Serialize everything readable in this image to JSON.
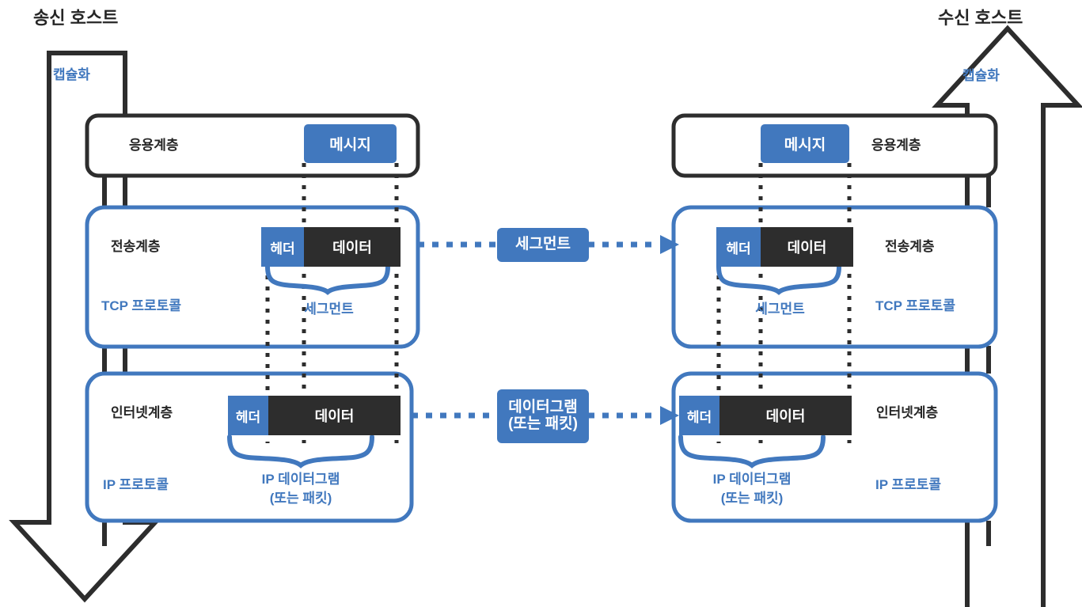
{
  "diagram": {
    "title_left": "송신 호스트",
    "title_right": "수신 호스트",
    "encapsulation_left": "캡슐화",
    "encapsulation_right": "캡슐화",
    "colors": {
      "blue": "#4178be",
      "dark": "#2d2d2d",
      "white": "#ffffff"
    }
  },
  "left_host": {
    "application": {
      "layer_label": "응용계층",
      "pdu_label": "메시지"
    },
    "transport": {
      "layer_label": "전송계층",
      "protocol_label": "TCP 프로토콜",
      "header_label": "헤더",
      "data_label": "데이터",
      "brace_label": "세그먼트"
    },
    "internet": {
      "layer_label": "인터넷계층",
      "protocol_label": "IP 프로토콜",
      "header_label": "헤더",
      "data_label": "데이터",
      "brace_label_line1": "IP 데이터그램",
      "brace_label_line2": "(또는 패킷)"
    }
  },
  "right_host": {
    "application": {
      "layer_label": "응용계층",
      "pdu_label": "메시지"
    },
    "transport": {
      "layer_label": "전송계층",
      "protocol_label": "TCP 프로토콜",
      "header_label": "헤더",
      "data_label": "데이터",
      "brace_label": "세그먼트"
    },
    "internet": {
      "layer_label": "인터넷계층",
      "protocol_label": "IP 프로토콜",
      "header_label": "헤더",
      "data_label": "데이터",
      "brace_label_line1": "IP 데이터그램",
      "brace_label_line2": "(또는 패킷)"
    }
  },
  "connectors": {
    "segment": {
      "label": "세그먼트"
    },
    "datagram": {
      "label_line1": "데이터그램",
      "label_line2": "(또는 패킷)"
    }
  }
}
